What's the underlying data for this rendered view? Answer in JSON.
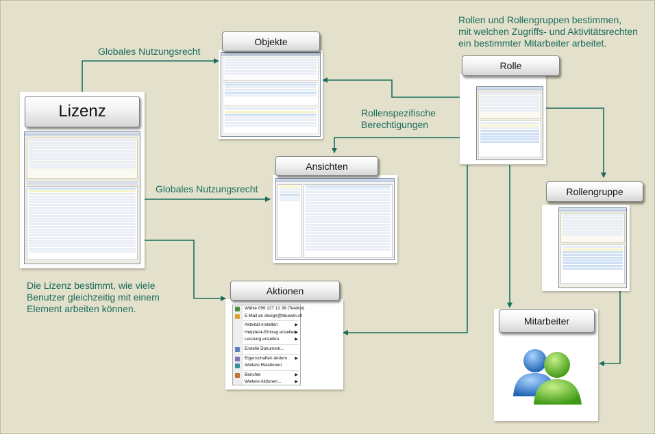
{
  "nodes": {
    "lizenz": "Lizenz",
    "objekte": "Objekte",
    "ansichten": "Ansichten",
    "aktionen": "Aktionen",
    "rolle": "Rolle",
    "rollengruppe": "Rollengruppe",
    "mitarbeiter": "Mitarbeiter"
  },
  "notes": {
    "top_right": "Rollen und Rollengruppen bestimmen,\nmit welchen Zugriffs- und Aktivitätsrechten\nein bestimmter Mitarbeiter arbeitet.",
    "rollenspezifisch": "Rollenspezifische\nBerechtigungen",
    "lizenz_info": "Die Lizenz bestimmt, wie viele\nBenutzer gleichzeitig mit einem\nElement arbeiten können."
  },
  "edge_labels": {
    "nutzung_1": "Globales Nutzungsrecht",
    "nutzung_2": "Globales Nutzungsrecht"
  },
  "context_menu": {
    "items": [
      {
        "label": "Wähle 056 227 12 38 (Telefon)",
        "icon": "phone-icon",
        "submenu": false
      },
      {
        "label": "E-Mail an design@bluewin.ch",
        "icon": "mail-icon",
        "submenu": false
      },
      {
        "label": "Aktivität erstellen",
        "icon": "",
        "submenu": true
      },
      {
        "label": "Helpdesk-Eintrag erstellen",
        "icon": "",
        "submenu": true
      },
      {
        "label": "Leistung erstellen",
        "icon": "",
        "submenu": true
      },
      {
        "label": "Erstelle Dokument...",
        "icon": "document-icon",
        "submenu": false
      },
      {
        "label": "Eigenschaften ändern",
        "icon": "properties-icon",
        "submenu": true
      },
      {
        "label": "Weitere Relationen",
        "icon": "relations-icon",
        "submenu": false
      },
      {
        "label": "Berichte",
        "icon": "report-icon",
        "submenu": true
      },
      {
        "label": "Weitere Aktionen...",
        "icon": "",
        "submenu": true
      }
    ]
  },
  "colors": {
    "background": "#e3e1cb",
    "arrow": "#1a6e5c",
    "note_text": "#1b6b5c"
  }
}
